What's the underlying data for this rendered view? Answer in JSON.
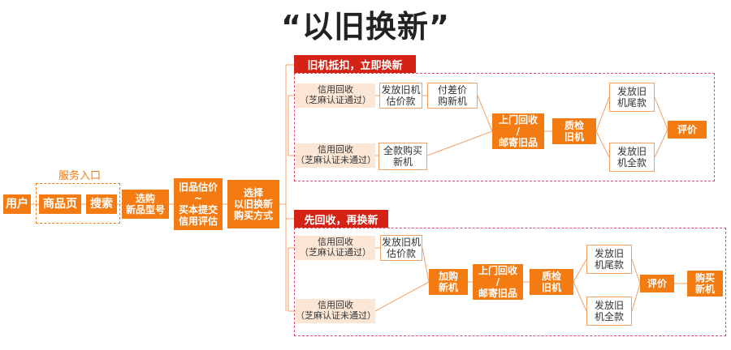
{
  "title": "“以旧换新”",
  "colors": {
    "accent": "#f37b12",
    "header_red": "#d42214",
    "dashed_border": "#e04a6c"
  },
  "left_flow": {
    "user": "用户",
    "service_entry_label": "服务入口",
    "product_page": "商品页",
    "search": "搜索",
    "select_model": "选购\n新品型号",
    "estimate": "旧品估价\n~\n买本提交\n信用评估",
    "choose": "选择\n以旧换新\n购买方式"
  },
  "option_a": {
    "header": "旧机抵扣，立即换新",
    "credit_pass": "信用回收\n（芝麻认证通过）",
    "credit_fail": "信用回收\n（芝麻认证未通过）",
    "issue_estimate": "发放旧机\n估价款",
    "pay_diff": "付差价\n购新机",
    "full_pay": "全款购买\n新机",
    "pickup": "上门回收\n/\n邮寄旧品",
    "inspect": "质检\n旧机",
    "tail_payment": "发放旧\n机尾款",
    "full_payment": "发放旧\n机全款",
    "review": "评价"
  },
  "option_b": {
    "header": "先回收，再换新",
    "credit_pass": "信用回收\n（芝麻认证通过）",
    "credit_fail": "信用回收\n（芝麻认证未通过）",
    "issue_estimate": "发放旧机\n估价款",
    "buy_add": "加购\n新机",
    "pickup": "上门回收\n/\n邮寄旧品",
    "inspect": "质检\n旧机",
    "tail_payment": "发放旧\n机尾款",
    "full_payment": "发放旧\n机全款",
    "review": "评价",
    "buy_new": "购买\n新机"
  }
}
